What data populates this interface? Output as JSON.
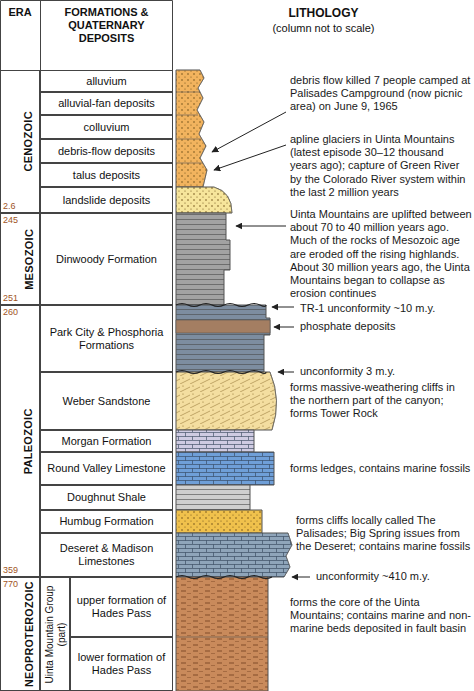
{
  "diagram": {
    "nodes": [
      {
        "text": [
          "CENOZOIC"
        ]
      },
      {
        "text": [
          "alluvium"
        ]
      },
      {
        "text": [
          "alluvial-fan deposits"
        ]
      },
      {
        "text": [
          "colluvium"
        ]
      },
      {
        "text": [
          "debris-flow deposits"
        ]
      },
      {
        "text": [
          "talus deposits"
        ]
      },
      {
        "text": [
          "landslide deposits"
        ]
      },
      {
        "text": [
          "MESOZOIC"
        ]
      },
      {
        "text": [
          "Dinwoody Formation"
        ]
      },
      {
        "text": [
          "PALEOZOIC"
        ]
      },
      {
        "text": [
          "Park City & Phosphoria Formations"
        ]
      },
      {
        "text": [
          "Weber Sandstone"
        ]
      },
      {
        "text": [
          "Morgan Formation"
        ]
      },
      {
        "text": [
          "Round Valley Limestone"
        ]
      },
      {
        "text": [
          "Doughnut Shale"
        ]
      },
      {
        "text": [
          "Humbug Formation"
        ]
      },
      {
        "text": [
          "Deseret & Madison Limestones"
        ]
      },
      {
        "text": [
          "NEOPROTEROZOIC"
        ]
      },
      {
        "text": [
          "Uinta Mountain Group (part)"
        ]
      },
      {
        "text": [
          "upper formation of Hades Pass"
        ]
      },
      {
        "text": [
          "lower formation of Hades Pass"
        ]
      }
    ],
    "labels": [
      "ERA",
      "FORMATIONS & QUATERNARY DEPOSITS",
      "LITHOLOGY",
      "(column not to scale)",
      "2.6",
      "245",
      "251",
      "260",
      "359",
      "770",
      "debris flow killed 7 people camped at Palisades Campground (now picnic area) on June 9, 1965",
      "apline glaciers in Uinta Mountains (latest episode 30–12 thousand years ago); capture of Green River by the Colorado River system within the last 2 million years",
      "Uinta Mountains are uplifted between about 70 to 40 million years ago. Much of the rocks of Mesozoic age are eroded off the rising highlands. About 30 million years ago, the Uinta Mountains began to collapse as erosion continues",
      "TR-1 unconformity ~10 m.y.",
      "phosphate deposits",
      "unconformity 3 m.y.",
      "forms massive-weathering cliffs in the northern part of the canyon; forms Tower Rock",
      "forms ledges, contains marine fossils",
      "forms cliffs locally called The Palisades; Big Spring issues from the Deseret; contains marine fossils",
      "unconformity ~410 m.y.",
      "forms the core of the Uinta Mountains; contains marine and non-marine beds deposited in fault basin"
    ]
  }
}
